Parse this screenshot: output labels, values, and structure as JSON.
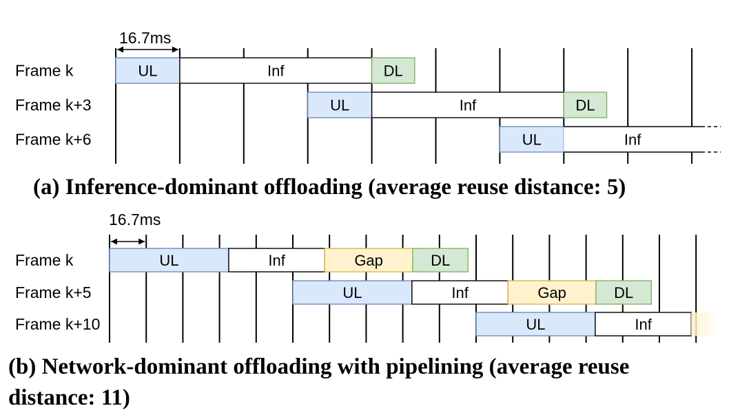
{
  "panel_a": {
    "interval_label": "16.7ms",
    "caption": "(a) Inference-dominant offloading (average reuse distance: 5)",
    "rows": [
      {
        "label": "Frame k",
        "segments": [
          {
            "type": "ul",
            "text": "UL",
            "start": 0,
            "end": 1
          },
          {
            "type": "inf",
            "text": "Inf",
            "start": 1,
            "end": 4
          },
          {
            "type": "dl",
            "text": "DL",
            "start": 4,
            "end": 4.67
          }
        ]
      },
      {
        "label": "Frame k+3",
        "segments": [
          {
            "type": "ul",
            "text": "UL",
            "start": 3,
            "end": 4
          },
          {
            "type": "inf",
            "text": "Inf",
            "start": 4,
            "end": 7
          },
          {
            "type": "dl",
            "text": "DL",
            "start": 7,
            "end": 7.67
          }
        ]
      },
      {
        "label": "Frame k+6",
        "segments": [
          {
            "type": "ul",
            "text": "UL",
            "start": 6,
            "end": 7
          },
          {
            "type": "inf",
            "text": "Inf",
            "start": 7,
            "end": 9.3,
            "open": true
          }
        ]
      }
    ]
  },
  "panel_b": {
    "interval_label": "16.7ms",
    "caption_line1": "(b) Network-dominant offloading with pipelining (average reuse",
    "caption_line2": "distance: 11)",
    "rows": [
      {
        "label": "Frame k",
        "segments": [
          {
            "type": "ul",
            "text": "UL",
            "start": 0,
            "end": 3.25
          },
          {
            "type": "inf",
            "text": "Inf",
            "start": 3.25,
            "end": 5.87
          },
          {
            "type": "gap",
            "text": "Gap",
            "start": 5.87,
            "end": 8.27
          },
          {
            "type": "dl",
            "text": "DL",
            "start": 8.27,
            "end": 9.78
          }
        ]
      },
      {
        "label": "Frame k+5",
        "segments": [
          {
            "type": "ul",
            "text": "UL",
            "start": 5,
            "end": 8.25
          },
          {
            "type": "inf",
            "text": "Inf",
            "start": 8.25,
            "end": 10.87
          },
          {
            "type": "gap",
            "text": "Gap",
            "start": 10.87,
            "end": 13.27
          },
          {
            "type": "dl",
            "text": "DL",
            "start": 13.27,
            "end": 14.78
          }
        ]
      },
      {
        "label": "Frame k+10",
        "segments": [
          {
            "type": "ul",
            "text": "UL",
            "start": 10,
            "end": 13.25
          },
          {
            "type": "inf",
            "text": "Inf",
            "start": 13.25,
            "end": 15.87
          },
          {
            "type": "gap",
            "text": "",
            "start": 15.87,
            "end": 16.7,
            "fade": true
          }
        ]
      }
    ]
  },
  "colors": {
    "ul_fill": "#dae8fc",
    "ul_stroke": "#6c8ebf",
    "inf_fill": "#ffffff",
    "inf_stroke": "#000000",
    "gap_fill": "#fff2cc",
    "gap_stroke": "#d6b656",
    "dl_fill": "#d5e8d4",
    "dl_stroke": "#82b366"
  }
}
